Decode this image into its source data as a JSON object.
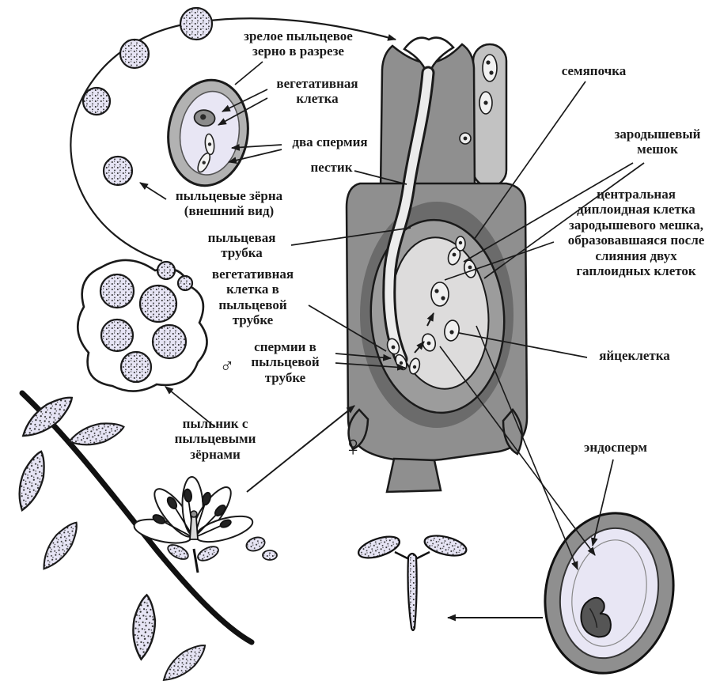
{
  "diagram": {
    "labels": {
      "mature_pollen_grain_section": "зрелое пыльцевое\nзерно в разрезе",
      "vegetative_cell": "вегетативная\nклетка",
      "two_sperms": "два спермия",
      "pistil": "пестик",
      "pollen_grains_external": "пыльцевые зёрна\n(внешний вид)",
      "pollen_tube": "пыльцевая\nтрубка",
      "vegetative_cell_in_tube": "вегетативная\nклетка в\nпыльцевой\nтрубке",
      "sperms_in_tube": "спермии в\nпыльцевой\nтрубке",
      "anther_with_pollen_grains": "пыльник с\nпыльцевыми\nзёрнами",
      "ovule": "семяпочка",
      "embryo_sac": "зародышевый\nмешок",
      "central_diploid_cell": "центральная\nдиплоидная клетка\nзародышевого мешка,\nобразовавшаяся после\nслияния двух\nгаплоидных клеток",
      "egg_cell": "яйцеклетка",
      "endosperm": "эндосперм",
      "male_symbol": "♂",
      "female_symbol": "♀"
    },
    "colors": {
      "ink": "#1a1a1a",
      "gray_dark": "#6b6b6b",
      "gray_mid": "#8f8f8f",
      "gray_light": "#c2c2c2",
      "pale": "#dddcdc",
      "lavender": "#e6e4f4",
      "background": "#ffffff"
    }
  }
}
